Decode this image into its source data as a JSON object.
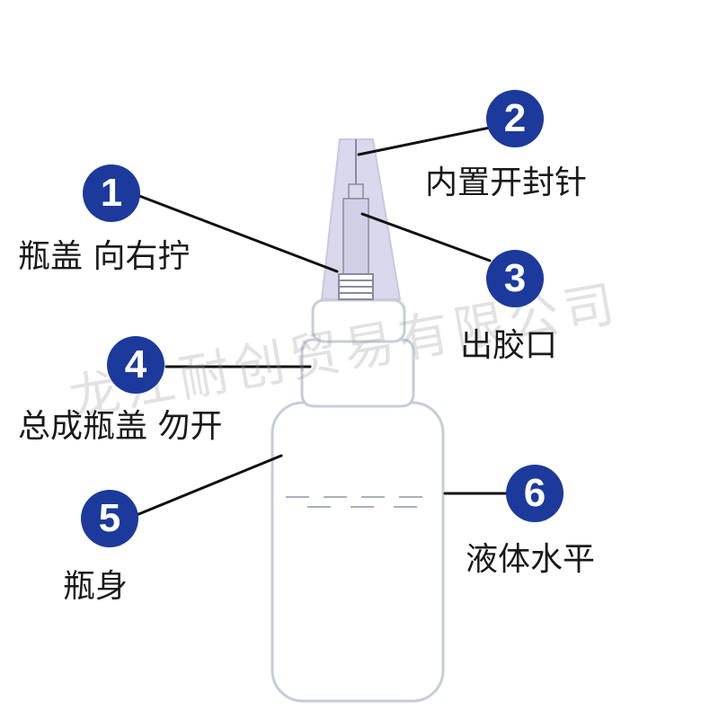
{
  "watermark": "龙江耐创贸易有限公司",
  "colors": {
    "badge": "#1c3a9c",
    "leader": "#111111",
    "bottle_stroke": "#c7cdd6",
    "nozzle_fill": "#d9d8ec"
  },
  "callouts": [
    {
      "number": "1",
      "label": "瓶盖 向右拧"
    },
    {
      "number": "2",
      "label": "内置开封针"
    },
    {
      "number": "3",
      "label": "出胶口"
    },
    {
      "number": "4",
      "label": "总成瓶盖 勿开"
    },
    {
      "number": "5",
      "label": "瓶身"
    },
    {
      "number": "6",
      "label": "液体水平"
    }
  ]
}
